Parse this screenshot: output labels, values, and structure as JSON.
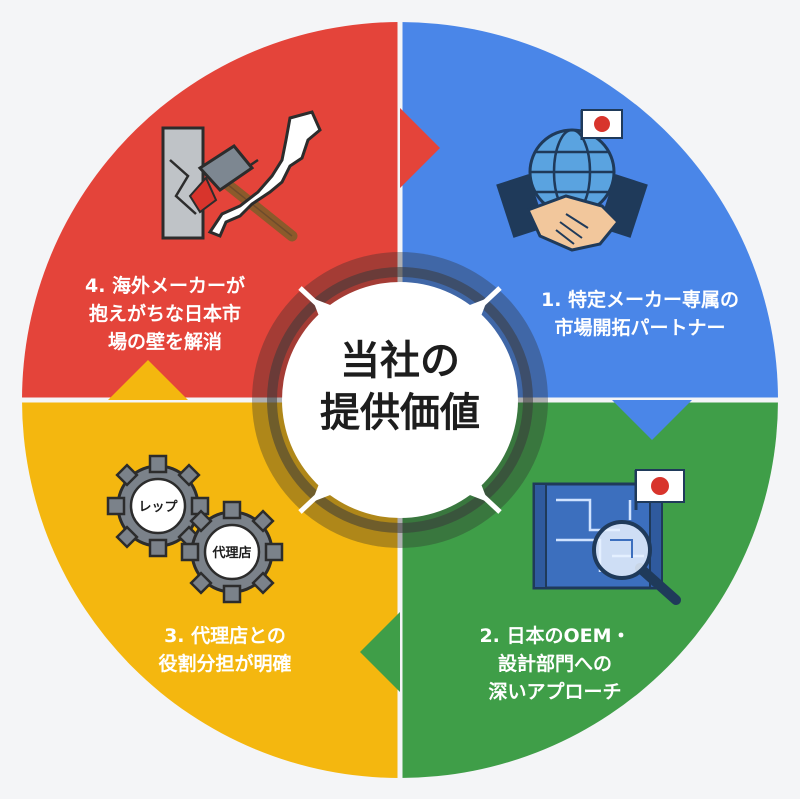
{
  "colors": {
    "red": "#e4443a",
    "blue": "#4a86e8",
    "green": "#3f9e48",
    "yellow": "#f4b70f",
    "center_ring": "#2f2f2f",
    "background": "#f4f5f7"
  },
  "center": {
    "line1": "当社の",
    "line2": "提供価値"
  },
  "segments": [
    {
      "id": "1",
      "color": "blue",
      "icon": "globe-handshake-japan-flag-icon",
      "lines": [
        "1. 特定メーカー専属の",
        "市場開拓パートナー"
      ]
    },
    {
      "id": "2",
      "color": "green",
      "icon": "blueprint-magnifier-japan-flag-icon",
      "lines": [
        "2. 日本のOEM・",
        "設計部門への",
        "深いアプローチ"
      ]
    },
    {
      "id": "3",
      "color": "yellow",
      "icon": "gears-icon",
      "gear_labels": [
        "レップ",
        "代理店"
      ],
      "lines": [
        "3. 代理店との",
        "役割分担が明確"
      ]
    },
    {
      "id": "4",
      "color": "red",
      "icon": "hammer-wall-japan-map-icon",
      "lines": [
        "4. 海外メーカーが",
        "抱えがちな日本市",
        "場の壁を解消"
      ]
    }
  ]
}
